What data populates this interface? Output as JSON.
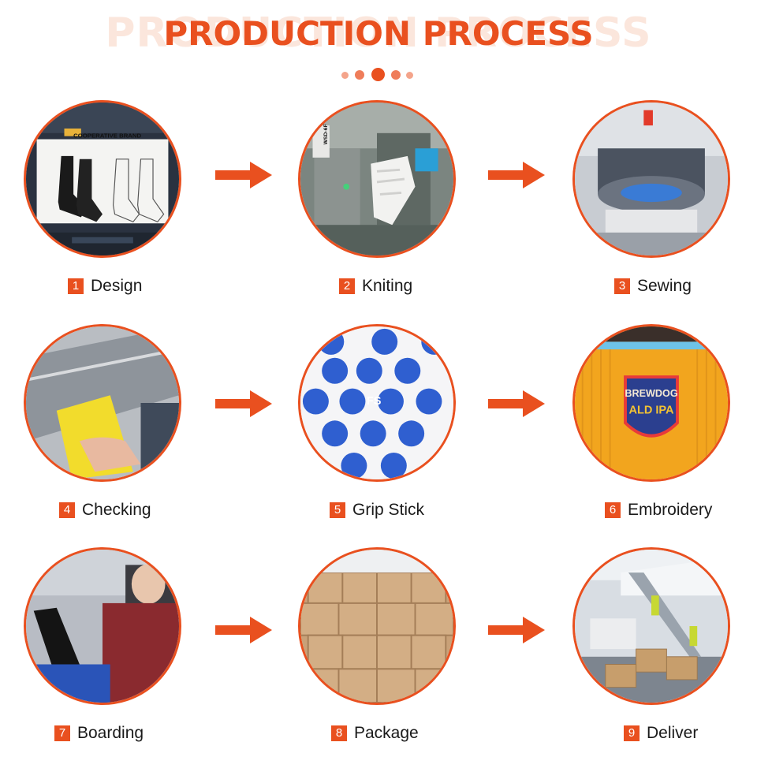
{
  "header": {
    "title": "PRODUCTION PROCESS",
    "title_color": "#e9501f"
  },
  "accent_color": "#e9501f",
  "steps": [
    {
      "number": "1",
      "label": "Design",
      "image_text": "COOPERATIVE BRAND"
    },
    {
      "number": "2",
      "label": "Kniting",
      "image_text": "WSD-6F"
    },
    {
      "number": "3",
      "label": "Sewing"
    },
    {
      "number": "4",
      "label": "Checking"
    },
    {
      "number": "5",
      "label": "Grip Stick",
      "image_text": "FS"
    },
    {
      "number": "6",
      "label": "Embroidery",
      "image_text_line1": "BREWDOG",
      "image_text_line2": "ALD IPA"
    },
    {
      "number": "7",
      "label": "Boarding"
    },
    {
      "number": "8",
      "label": "Package"
    },
    {
      "number": "9",
      "label": "Deliver"
    }
  ],
  "icons": {
    "arrow": "right-arrow-icon"
  }
}
